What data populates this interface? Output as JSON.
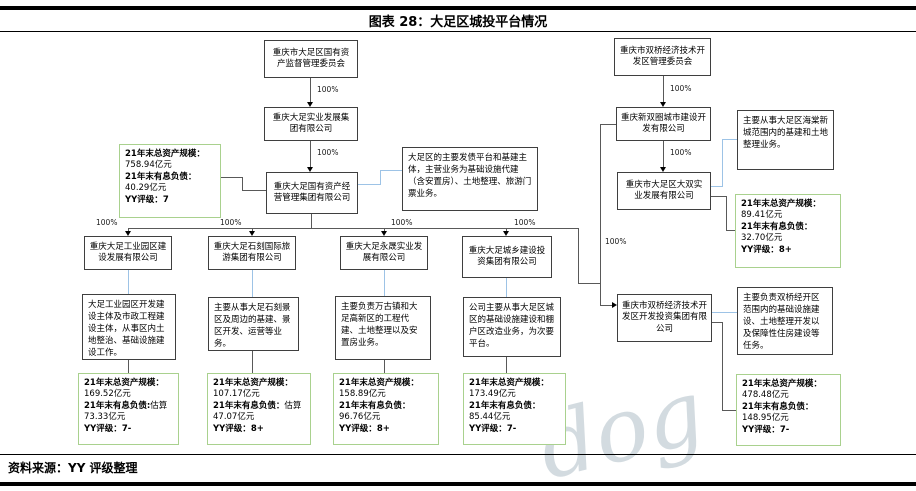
{
  "title": "图表 28：大足区城投平台情况",
  "source": "资料来源：YY 评级整理",
  "watermark": "dog",
  "labels": {
    "pct100": "100%"
  },
  "left": {
    "gov": "重庆市大足区国有资产监督管理委员会",
    "parent": "重庆大足实业发展集团有限公司",
    "holding": "重庆大足国有资产经营管理集团有限公司",
    "holding_note": "大足区的主要发债平台和基建主体，主营业务为基础设施代建（含安置房）、土地整理、旅游门票业务。",
    "holding_stats": {
      "l1": "21年末总资产规模：",
      "v1": "758.94亿元",
      "l2": "21年末有息负债：",
      "v2": "40.29亿元",
      "l3": "YY评级：",
      "v3": "7"
    },
    "children": [
      {
        "name": "重庆大足工业园区建设发展有限公司",
        "desc": "大足工业园区开发建设主体及市政工程建设主体，从事区内土地整治、基础设施建设工作。",
        "stats": {
          "l1": "21年末总资产规模：",
          "v1": "169.52亿元",
          "l2": "21年末有息负债:",
          "v2": "估算73.33亿元",
          "l3": "YY评级：",
          "v3": "7-"
        }
      },
      {
        "name": "重庆大足石刻国际旅游集团有限公司",
        "desc": "主要从事大足石刻景区及周边的基建、景区开发、运营等业务。",
        "stats": {
          "l1": "21年末总资产规模：",
          "v1": "107.17亿元",
          "l2": "21年末有息负债：",
          "v2": "估算47.07亿元",
          "l3": "YY评级：",
          "v3": "8+"
        }
      },
      {
        "name": "重庆大足永晟实业发展有限公司",
        "desc": "主要负责万古镇和大足高新区的工程代建、土地整理以及安置房业务。",
        "stats": {
          "l1": "21年末总资产规模：",
          "v1": "158.89亿元",
          "l2": "21年末有息负债：",
          "v2": "96.76亿元",
          "l3": "YY评级：",
          "v3": "8+"
        }
      },
      {
        "name": "重庆大足城乡建设投资集团有限公司",
        "desc": "公司主要从事大足区城区的基础设施建设和棚户区改造业务，为次要平台。",
        "stats": {
          "l1": "21年末总资产规模：",
          "v1": "173.49亿元",
          "l2": "21年末有息负债：",
          "v2": "85.44亿元",
          "l3": "YY评级：",
          "v3": "7-"
        }
      }
    ]
  },
  "right": {
    "gov": "重庆市双桥经济技术开发区管理委员会",
    "parent": "重庆新双圈城市建设开发有限公司",
    "sub1": "重庆市大足区大双实业发展有限公司",
    "sub1_note": "主要从事大足区海棠新城范围内的基建和土地整理业务。",
    "sub1_stats": {
      "l1": "21年末总资产规模：",
      "v1": "89.41亿元",
      "l2": "21年末有息负债：",
      "v2": "32.70亿元",
      "l3": "YY评级：",
      "v3": "8+"
    },
    "sub2": "重庆市双桥经济技术开发区开发投资集团有限公司",
    "sub2_note": "主要负责双桥经开区范围内的基础设施建设、土地整理开发以及保障性住房建设等任务。",
    "sub2_stats": {
      "l1": "21年末总资产规模：",
      "v1": "478.48亿元",
      "l2": "21年末有息负债：",
      "v2": "148.95亿元",
      "l3": "YY评级：",
      "v3": "7-"
    }
  }
}
